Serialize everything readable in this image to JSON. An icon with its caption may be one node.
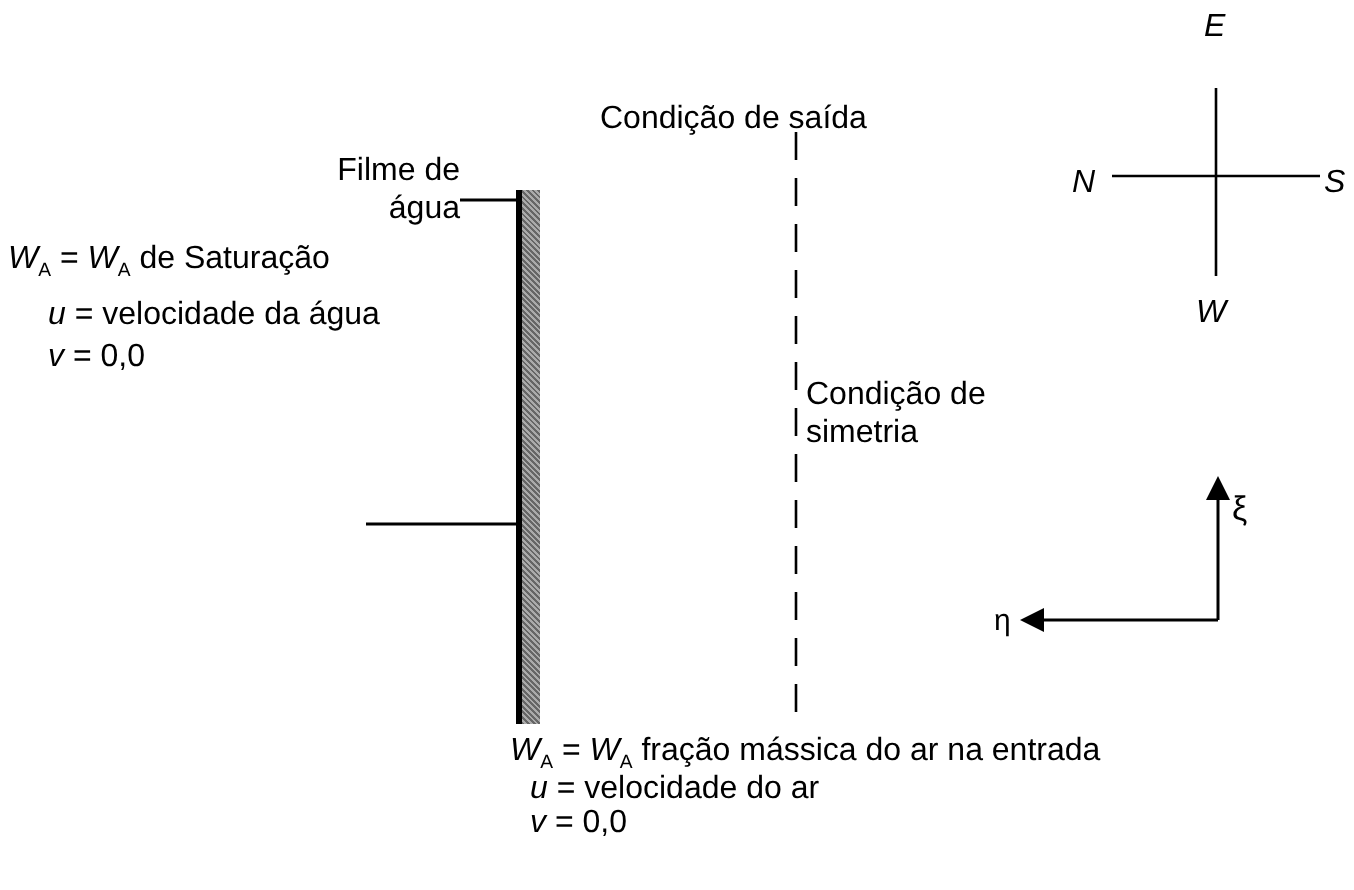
{
  "diagram": {
    "nodes": [
      {
        "text": [],
        "shape": "bar"
      },
      {
        "text": [
          "Filme de água"
        ]
      },
      {
        "text": [
          "*W*$_{A}$ = *W*$_{A}$ de Saturação",
          "*u* = velocidade da água",
          "*v* = 0,0"
        ]
      }
    ],
    "edges": [
      {
        "from": 1,
        "to": 0,
        "arrow": "none"
      },
      {
        "from": null,
        "to": 0,
        "arrow": "none"
      }
    ],
    "labels": [
      "Condição de saída",
      "Condição de simetria",
      "E",
      "N",
      "S",
      "W",
      "ξ",
      "η",
      "*W*$_{A}$ = *W*$_{A}$ fração mássica do ar na entrada",
      "*u* = velocidade do ar",
      "*v* = 0,0"
    ]
  }
}
